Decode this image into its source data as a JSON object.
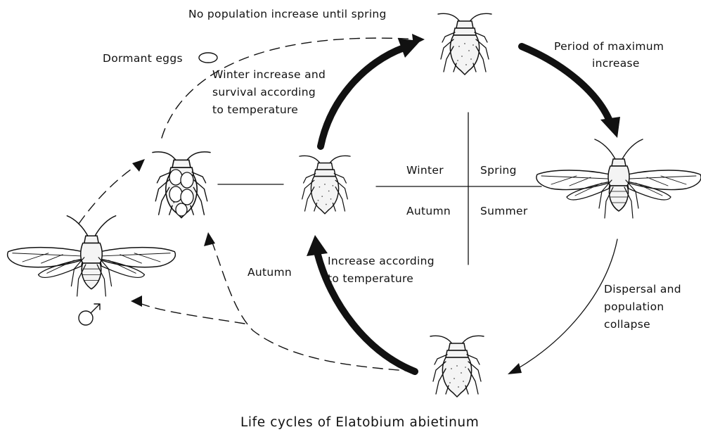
{
  "figure": {
    "caption": "Life cycles of Elatobium abietinum"
  },
  "quadrant_labels": {
    "winter": "Winter",
    "spring": "Spring",
    "autumn": "Autumn",
    "summer": "Summer"
  },
  "annotations": {
    "no_increase": "No population increase until spring",
    "dormant_eggs": "Dormant eggs",
    "winter_line1": "Winter increase and",
    "winter_line2": "survival according",
    "winter_line3": "to temperature",
    "max_line1": "Period of maximum",
    "max_line2": "increase",
    "dispersal_line1": "Dispersal and",
    "dispersal_line2": "population",
    "dispersal_line3": "collapse",
    "increase_line1": "Increase according",
    "increase_line2": "to temperature",
    "autumn": "Autumn",
    "male_symbol": "♂"
  }
}
